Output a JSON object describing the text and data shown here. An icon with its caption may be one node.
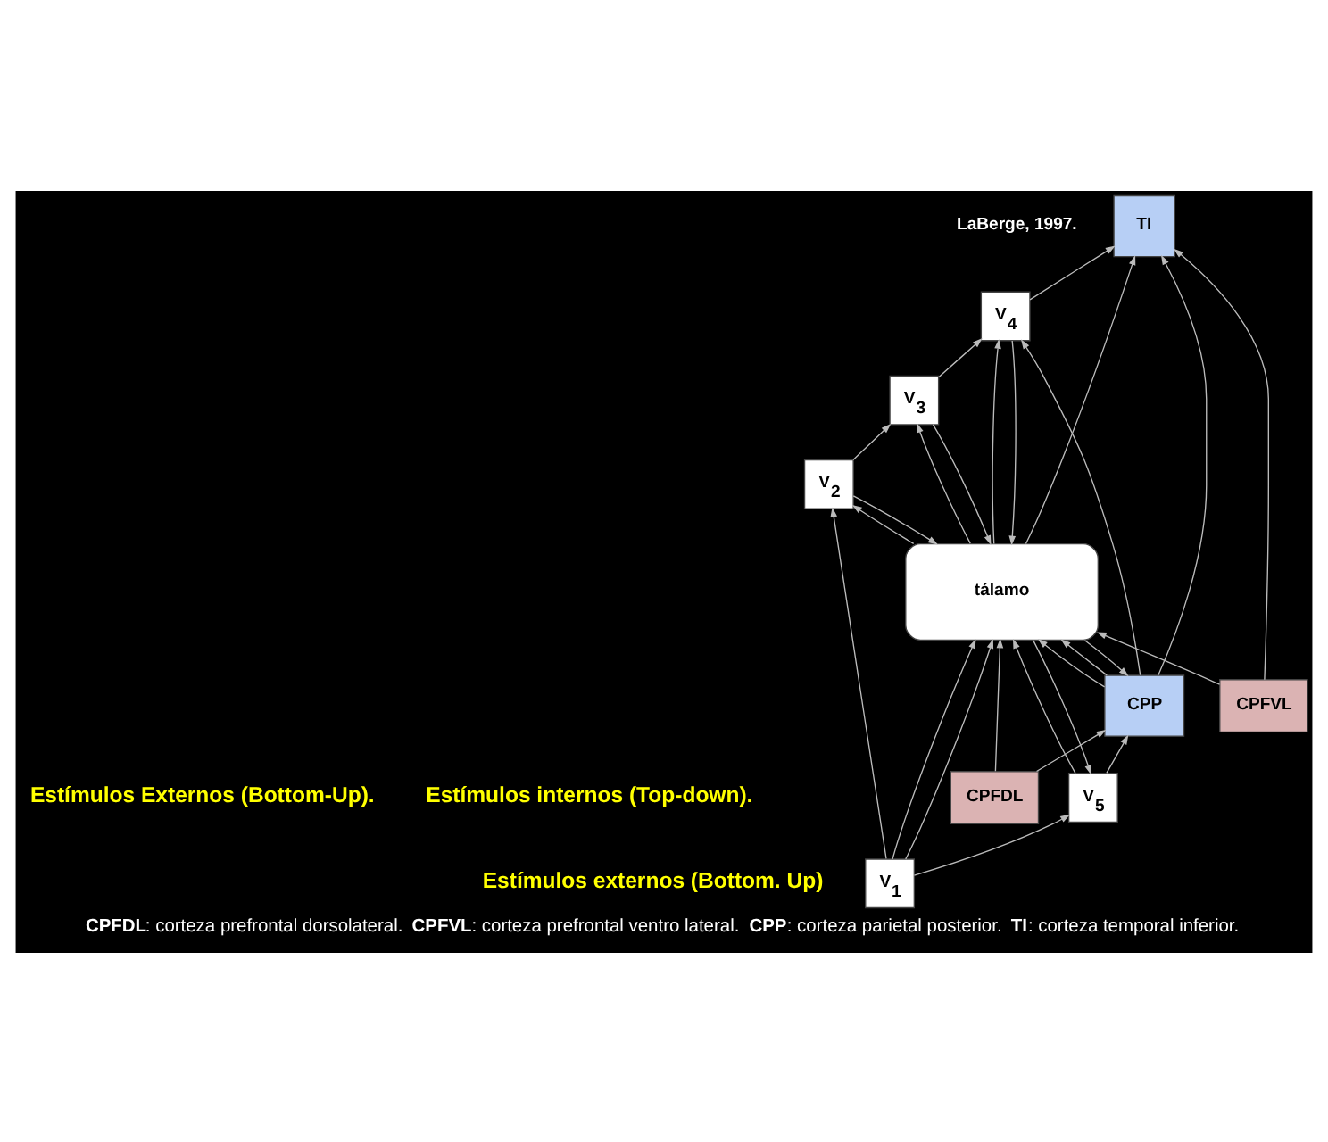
{
  "diagram": {
    "caption": "**CPFDL**: corteza prefrontal dorsolateral. **CPFVL**: corteza prefrontal ventro lateral. **CPP**: corteza parietal posterior. **TI**: corteza temporal inferior.",
    "nodes": [
      {
        "text": [
          "CPP"
        ]
      },
      {
        "text": [
          "V$_{5}$"
        ]
      },
      {
        "text": [
          "tálamo"
        ]
      },
      {
        "text": [
          "CPFDL"
        ]
      },
      {
        "text": [
          "CPFVL"
        ]
      },
      {
        "text": [
          "V$_{1}$"
        ]
      },
      {
        "text": [
          "V$_{2}$"
        ]
      },
      {
        "text": [
          "V$_{3}$"
        ]
      },
      {
        "text": [
          "V$_{4}$"
        ]
      },
      {
        "text": [
          "TI"
        ]
      }
    ],
    "edges": [
      {
        "from": 1,
        "to": 0,
        "arrow": "to"
      },
      {
        "from": 1,
        "to": 2,
        "arrow": "to"
      },
      {
        "from": 0,
        "to": 2,
        "arrow": "to"
      },
      {
        "from": 0,
        "to": 2,
        "arrow": "to"
      },
      {
        "from": 2,
        "to": 0,
        "arrow": "to"
      },
      {
        "from": 3,
        "to": 0,
        "arrow": "to"
      },
      {
        "from": 3,
        "to": 2,
        "arrow": "to"
      },
      {
        "from": 4,
        "to": 2,
        "arrow": "to"
      },
      {
        "from": 4,
        "to": 9,
        "arrow": "to"
      },
      {
        "from": 2,
        "to": 1,
        "arrow": "to"
      },
      {
        "from": 5,
        "to": 1,
        "arrow": "to"
      },
      {
        "from": 5,
        "to": 2,
        "arrow": "to"
      },
      {
        "from": 5,
        "to": 2,
        "arrow": "to"
      },
      {
        "from": 5,
        "to": 6,
        "arrow": "to"
      },
      {
        "from": 2,
        "to": 6,
        "arrow": "to"
      },
      {
        "from": 6,
        "to": 2,
        "arrow": "to"
      },
      {
        "from": 6,
        "to": 7,
        "arrow": "to"
      },
      {
        "from": 2,
        "to": 7,
        "arrow": "to"
      },
      {
        "from": 7,
        "to": 2,
        "arrow": "to"
      },
      {
        "from": 7,
        "to": 8,
        "arrow": "to"
      },
      {
        "from": 0,
        "to": 8,
        "arrow": "to"
      },
      {
        "from": 2,
        "to": 8,
        "arrow": "to"
      },
      {
        "from": 8,
        "to": 2,
        "arrow": "to"
      },
      {
        "from": 8,
        "to": 9,
        "arrow": "to"
      },
      {
        "from": 0,
        "to": 9,
        "arrow": "to"
      },
      {
        "from": 2,
        "to": 9,
        "arrow": "to"
      }
    ],
    "labels": [
      "Estímulos Externos (Bottom-Up).",
      "Estímulos internos (Top-down).",
      "Estímulos externos (Bottom. Up)",
      "LaBerge, 1997."
    ]
  }
}
